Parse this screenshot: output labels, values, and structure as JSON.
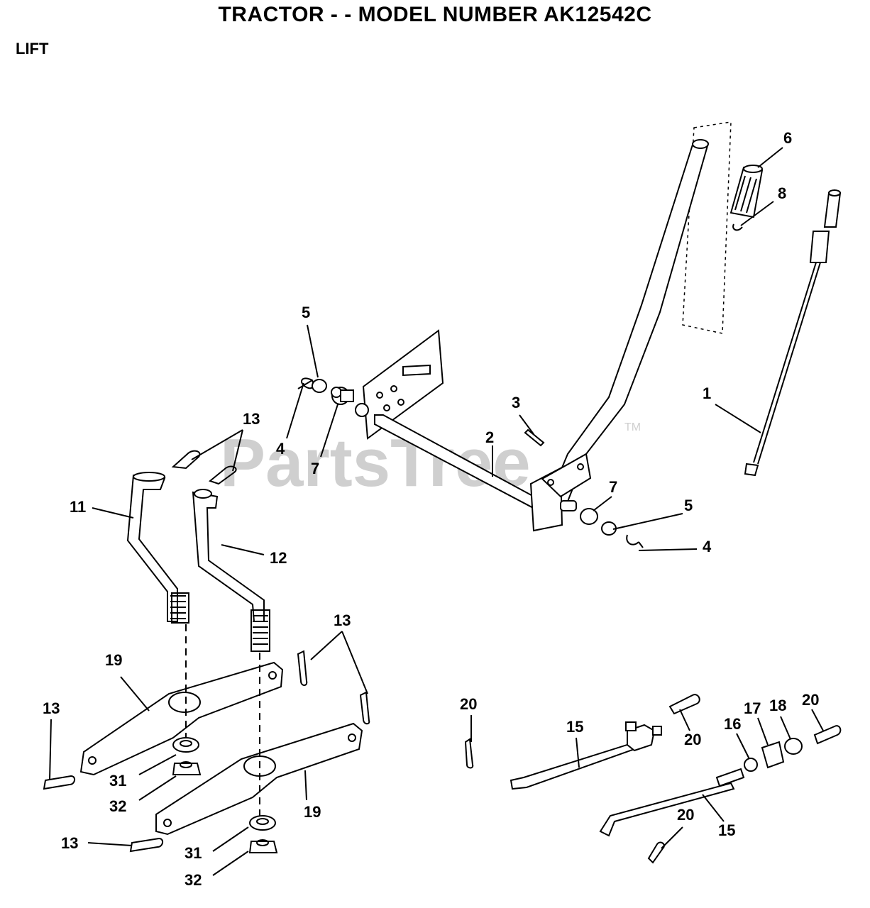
{
  "title": "TRACTOR - - MODEL NUMBER AK12542C",
  "section": "LIFT",
  "watermark": "PartsTree",
  "watermark_tm": "TM",
  "callouts": [
    "1",
    "2",
    "3",
    "4",
    "5",
    "6",
    "7",
    "8",
    "11",
    "12",
    "13",
    "15",
    "16",
    "17",
    "18",
    "19",
    "20",
    "31",
    "32"
  ]
}
